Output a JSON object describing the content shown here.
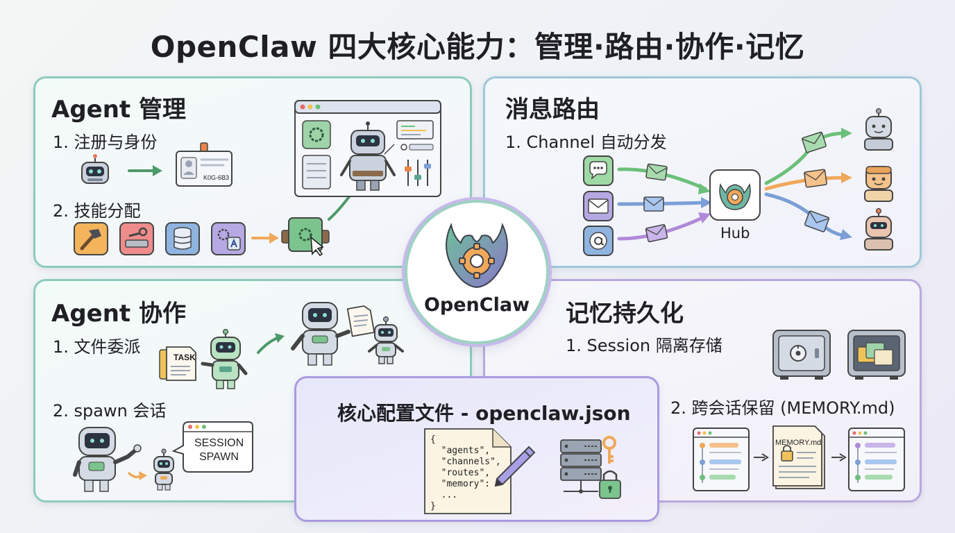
{
  "title": "OpenClaw 四大核心能力：管理·路由·协作·记忆",
  "center": {
    "label": "OpenClaw"
  },
  "agent_management": {
    "heading": "Agent 管理",
    "step1": "1. 注册与身份",
    "step2": "2. 技能分配",
    "badge_code": "K0G-6B3"
  },
  "message_routing": {
    "heading": "消息路由",
    "step1": "1. Channel 自动分发",
    "hub_label": "Hub"
  },
  "agent_collaboration": {
    "heading": "Agent 协作",
    "step1": "1. 文件委派",
    "task_label": "TASK",
    "step2": "2. spawn 会话",
    "session_line1": "SESSION",
    "session_line2": "SPAWN"
  },
  "memory_persistence": {
    "heading": "记忆持久化",
    "step1": "1. Session 隔离存储",
    "step2": "2. 跨会话保留 (MEMORY.md)",
    "memory_file": "MEMORY.md"
  },
  "config_file": {
    "heading": "核心配置文件 - openclaw.json",
    "code_lines": [
      "{",
      "  \"agents\",",
      "  \"channels\",",
      "  \"routes\",",
      "  \"memory\":",
      "  ...",
      "}"
    ]
  },
  "colors": {
    "teal_border": "#8ccbbd",
    "purple_border": "#b9a8de",
    "teal_accent": "#5aa58c",
    "orange_accent": "#f0a85a"
  }
}
